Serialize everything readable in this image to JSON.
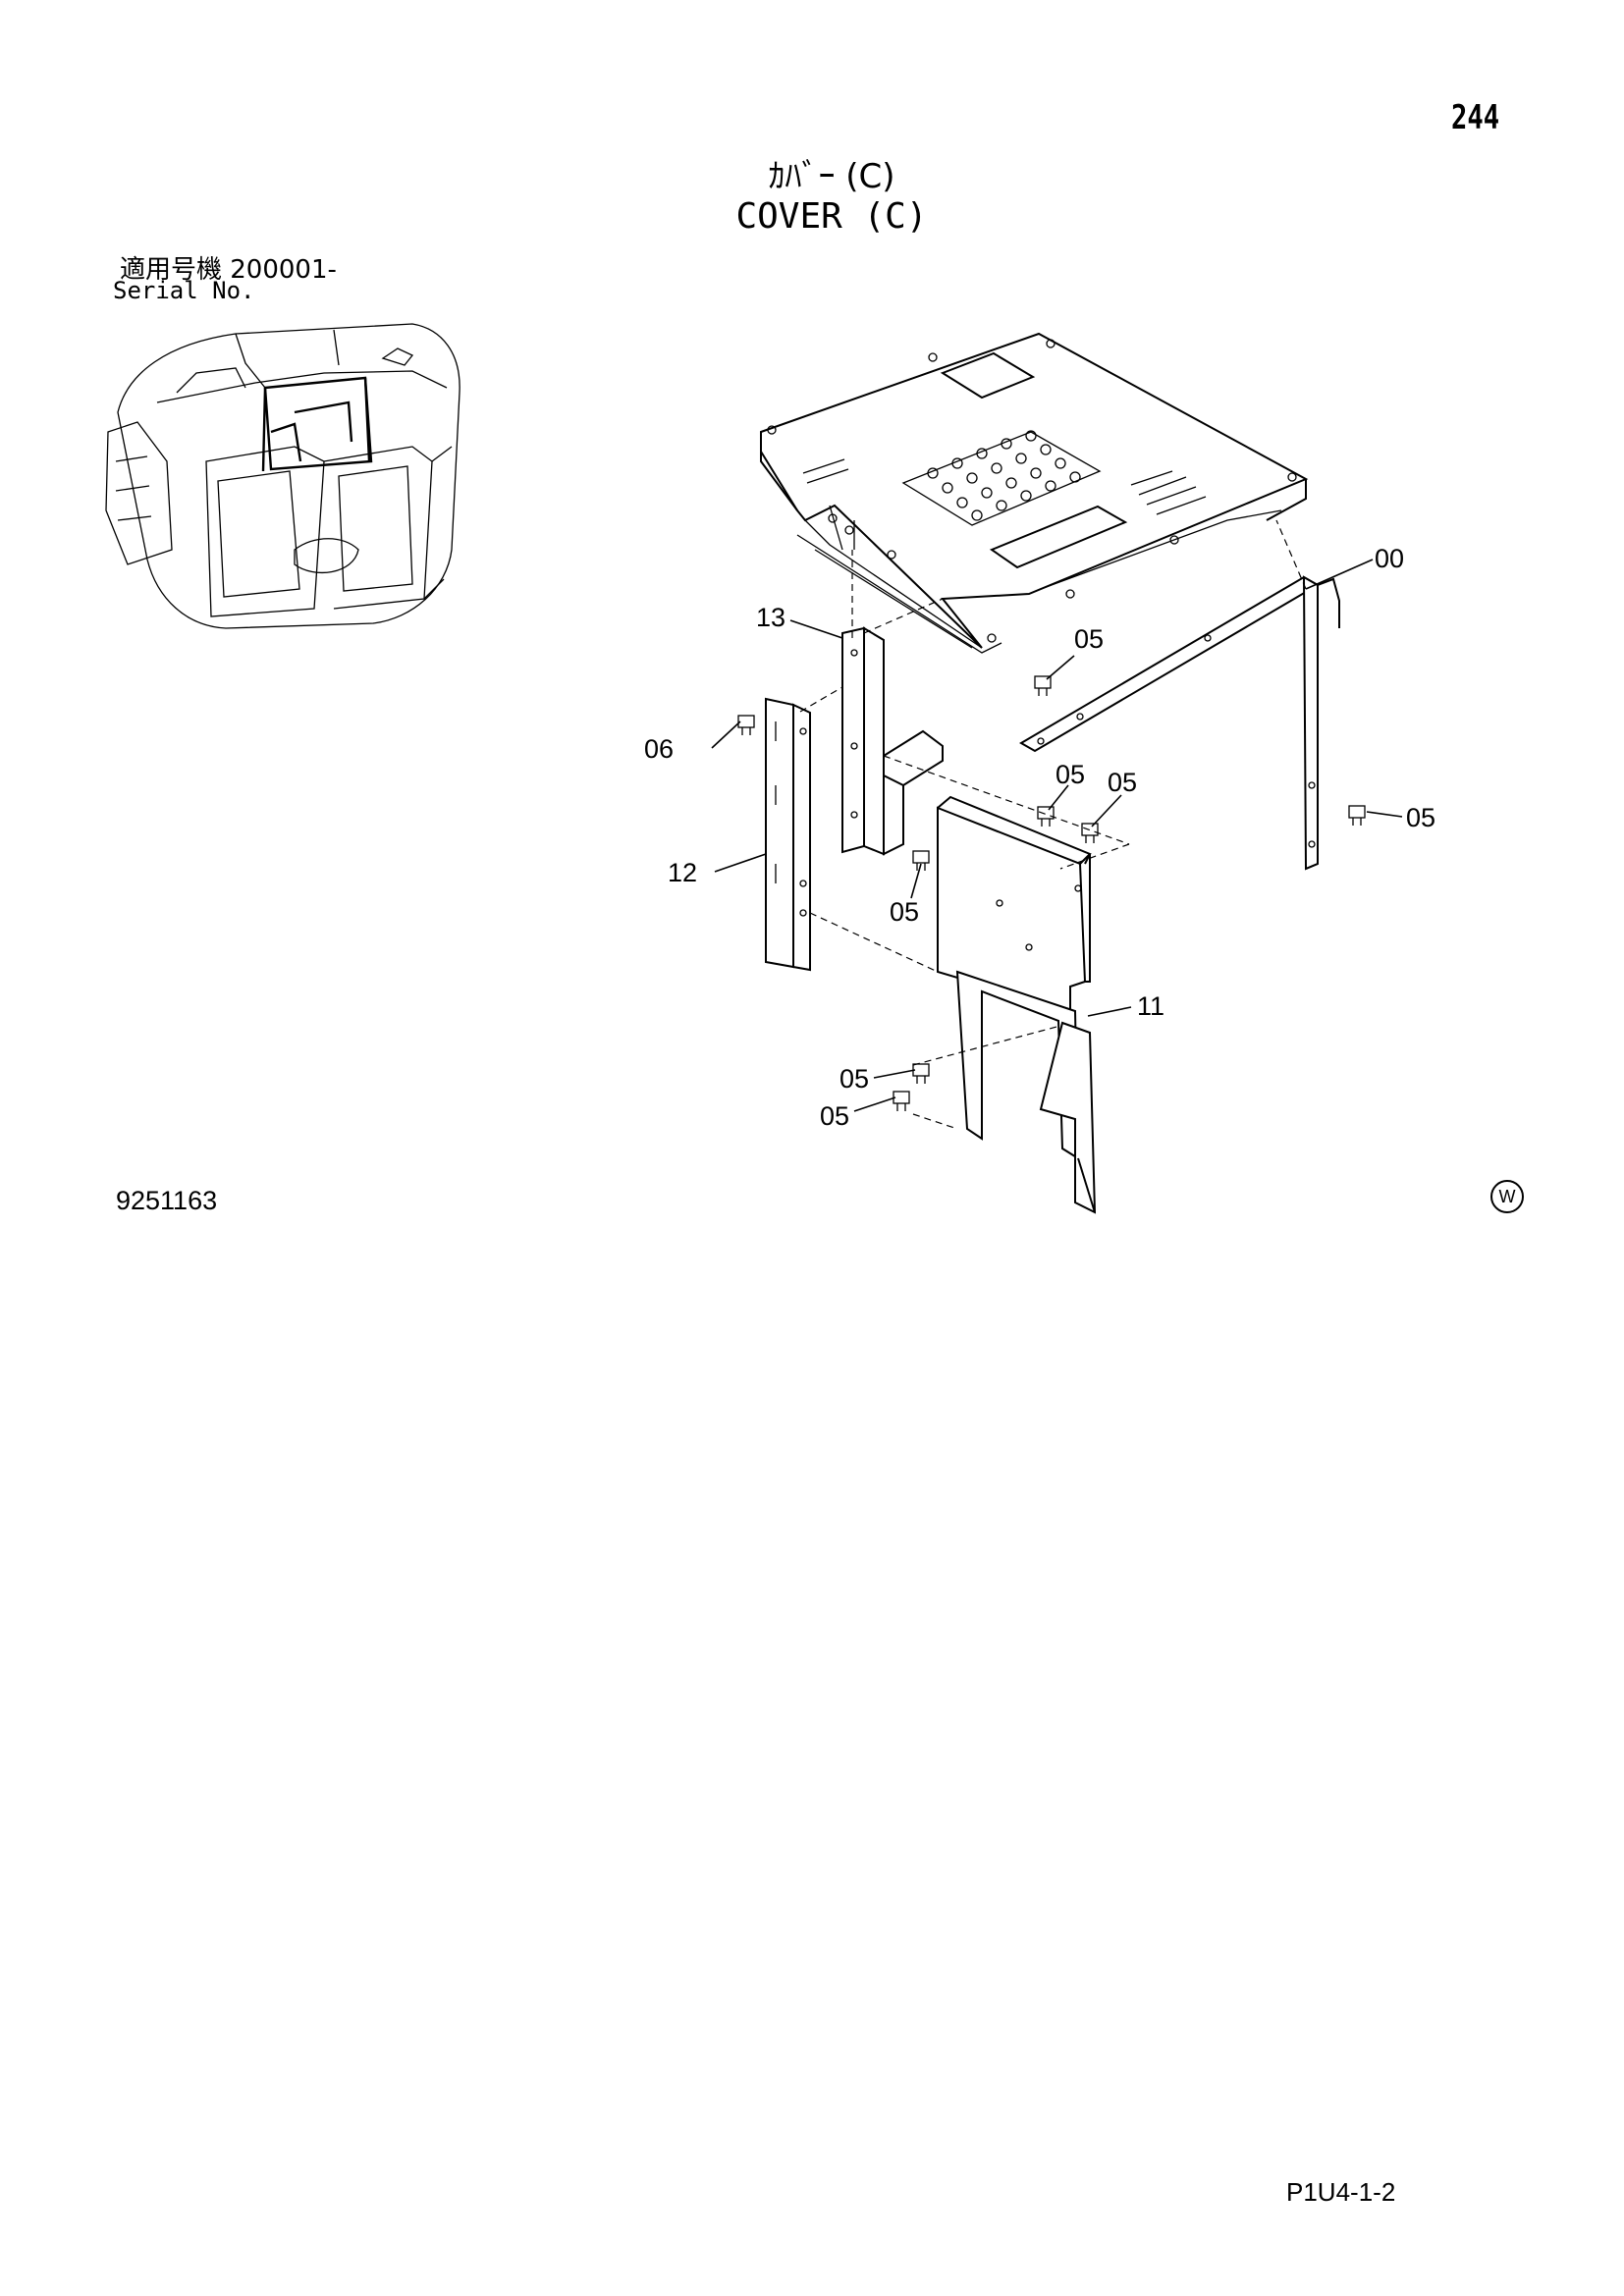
{
  "page_number": "244",
  "title": {
    "jp": "ｶﾊﾞｰ (C)",
    "en": "COVER (C)"
  },
  "serial": {
    "jp_label": "適用号機  200001-",
    "en_label": "Serial No."
  },
  "document_number": "9251163",
  "page_reference": "P1U4-1-2",
  "watermark_letter": "W",
  "part_labels": {
    "p00": "00",
    "p05a": "05",
    "p05b": "05",
    "p05c": "05",
    "p05d": "05",
    "p05e": "05",
    "p05f": "05",
    "p05g": "05",
    "p06": "06",
    "p11": "11",
    "p12": "12",
    "p13": "13"
  }
}
